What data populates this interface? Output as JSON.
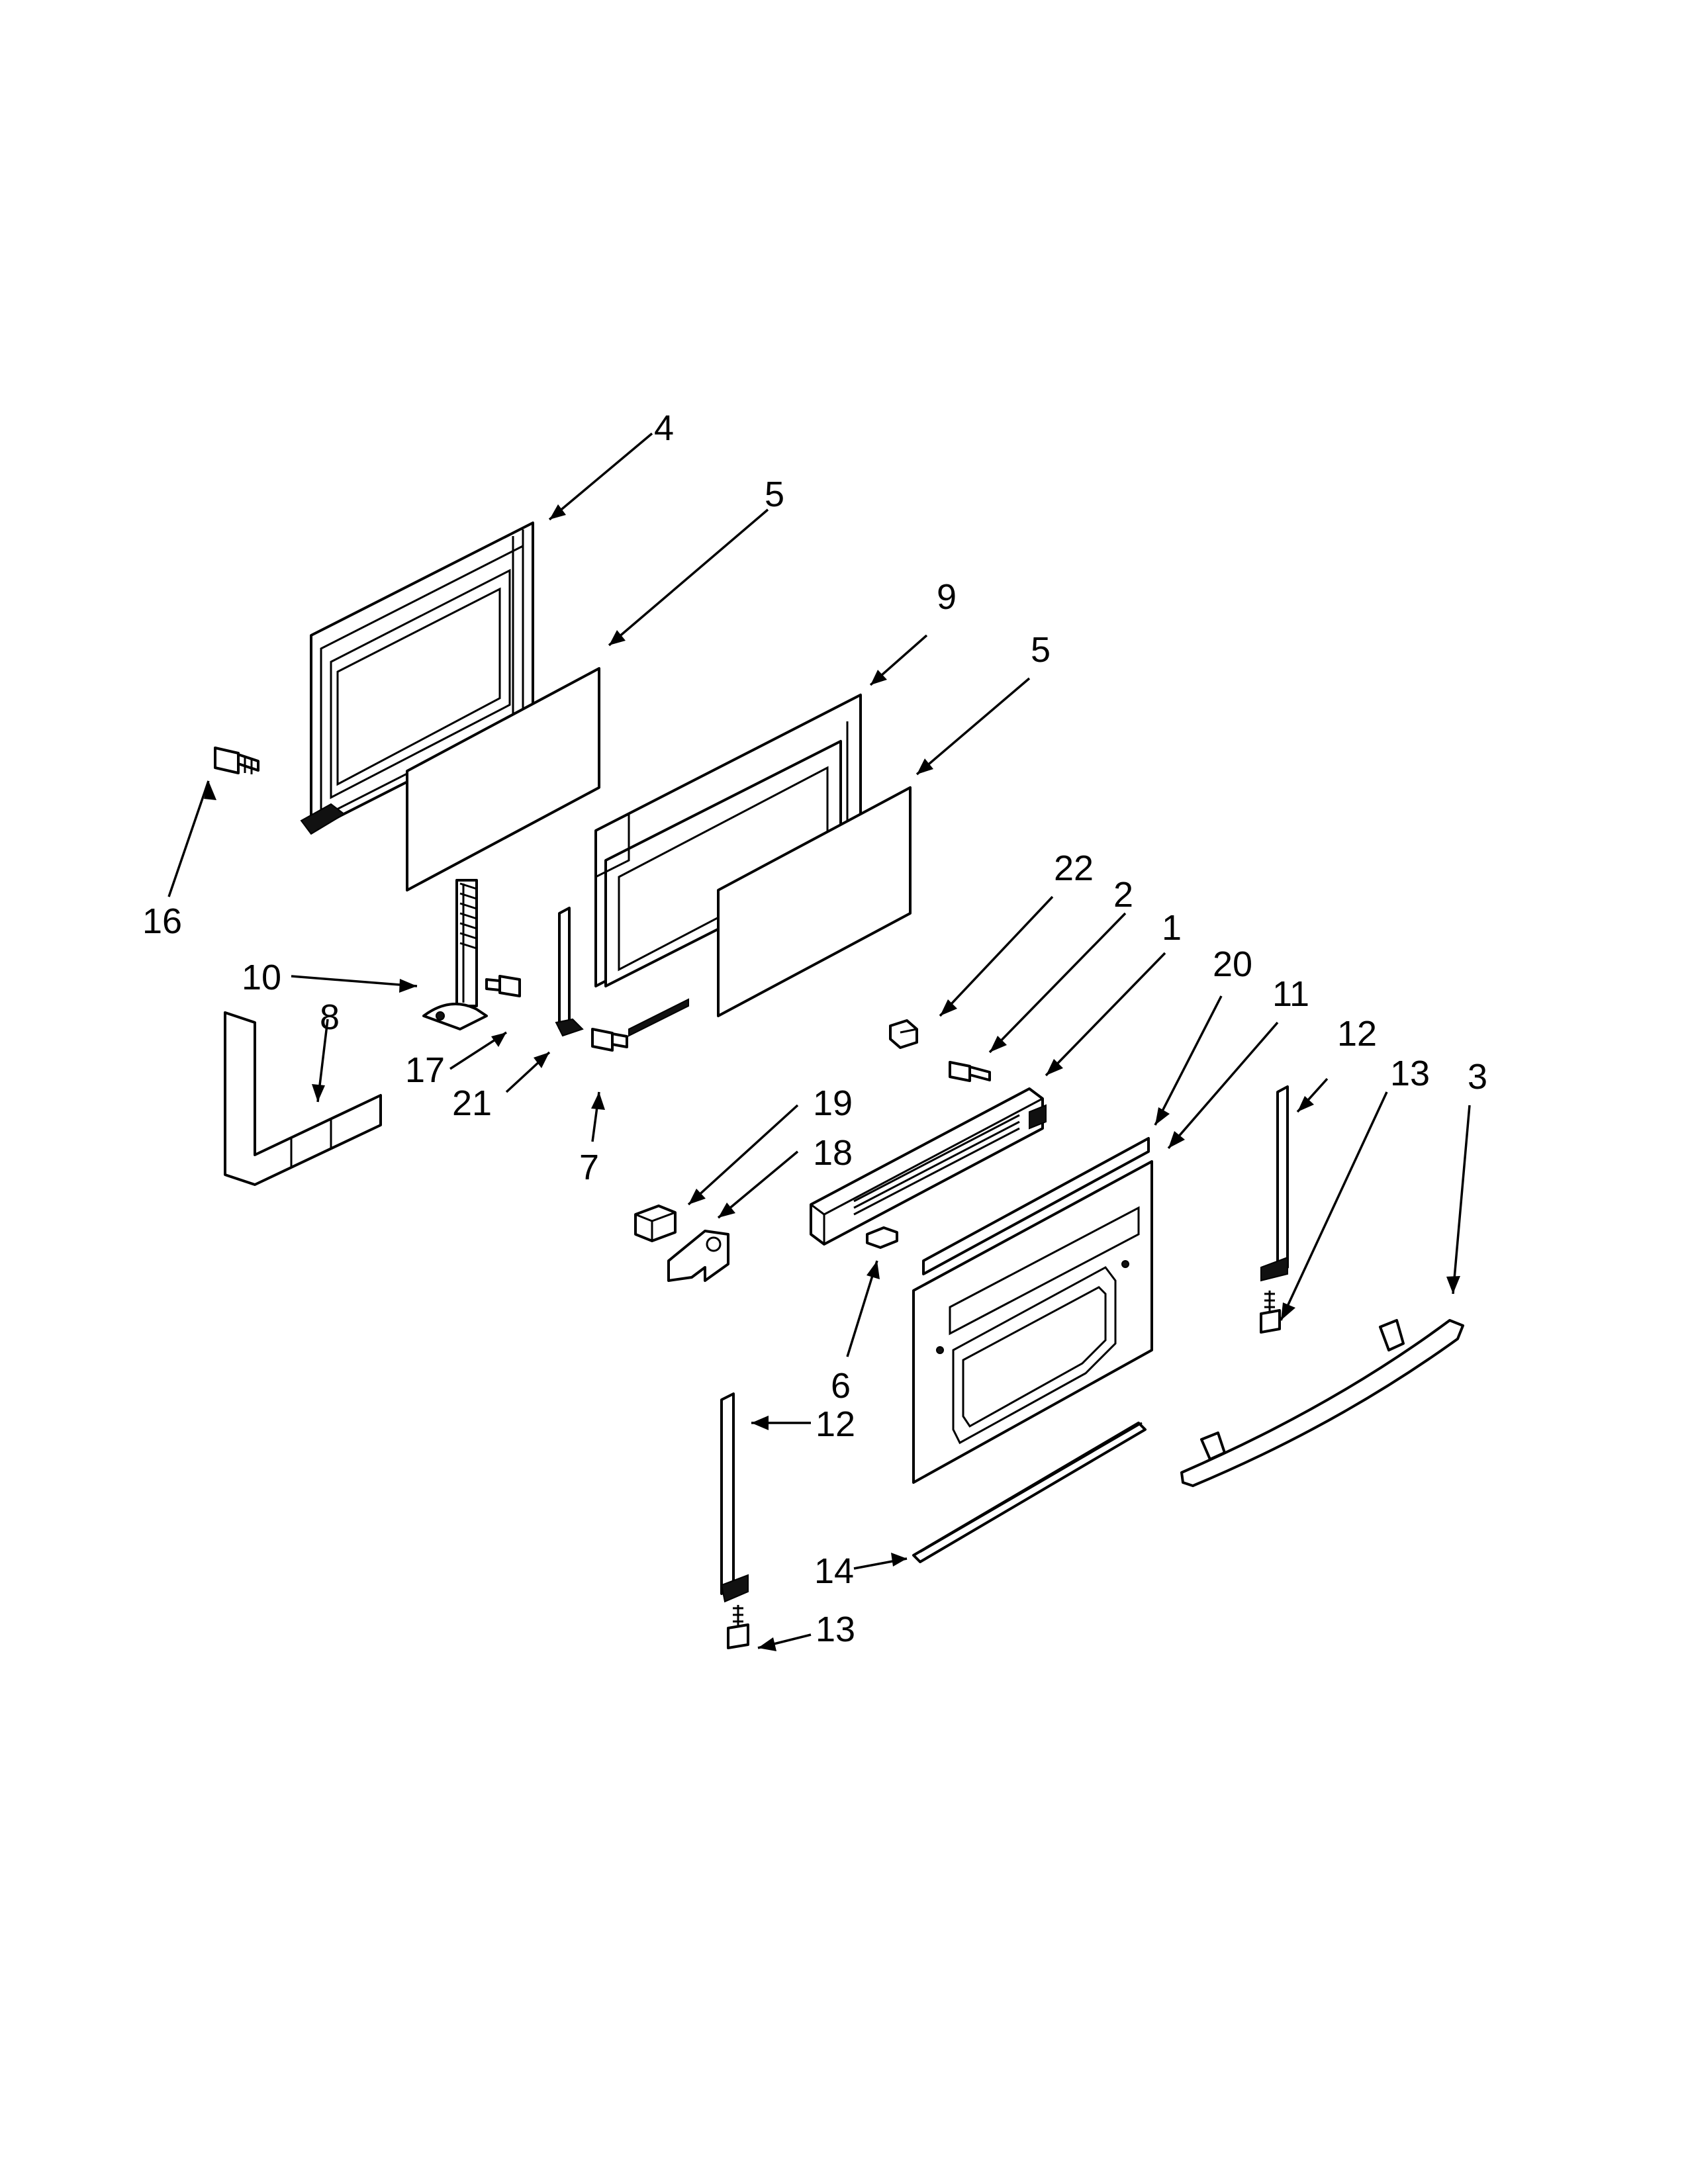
{
  "callouts": [
    "1",
    "2",
    "3",
    "4",
    "5",
    "5",
    "6",
    "7",
    "8",
    "9",
    "10",
    "11",
    "12",
    "12",
    "13",
    "13",
    "14",
    "16",
    "17",
    "18",
    "19",
    "20",
    "21",
    "22"
  ]
}
